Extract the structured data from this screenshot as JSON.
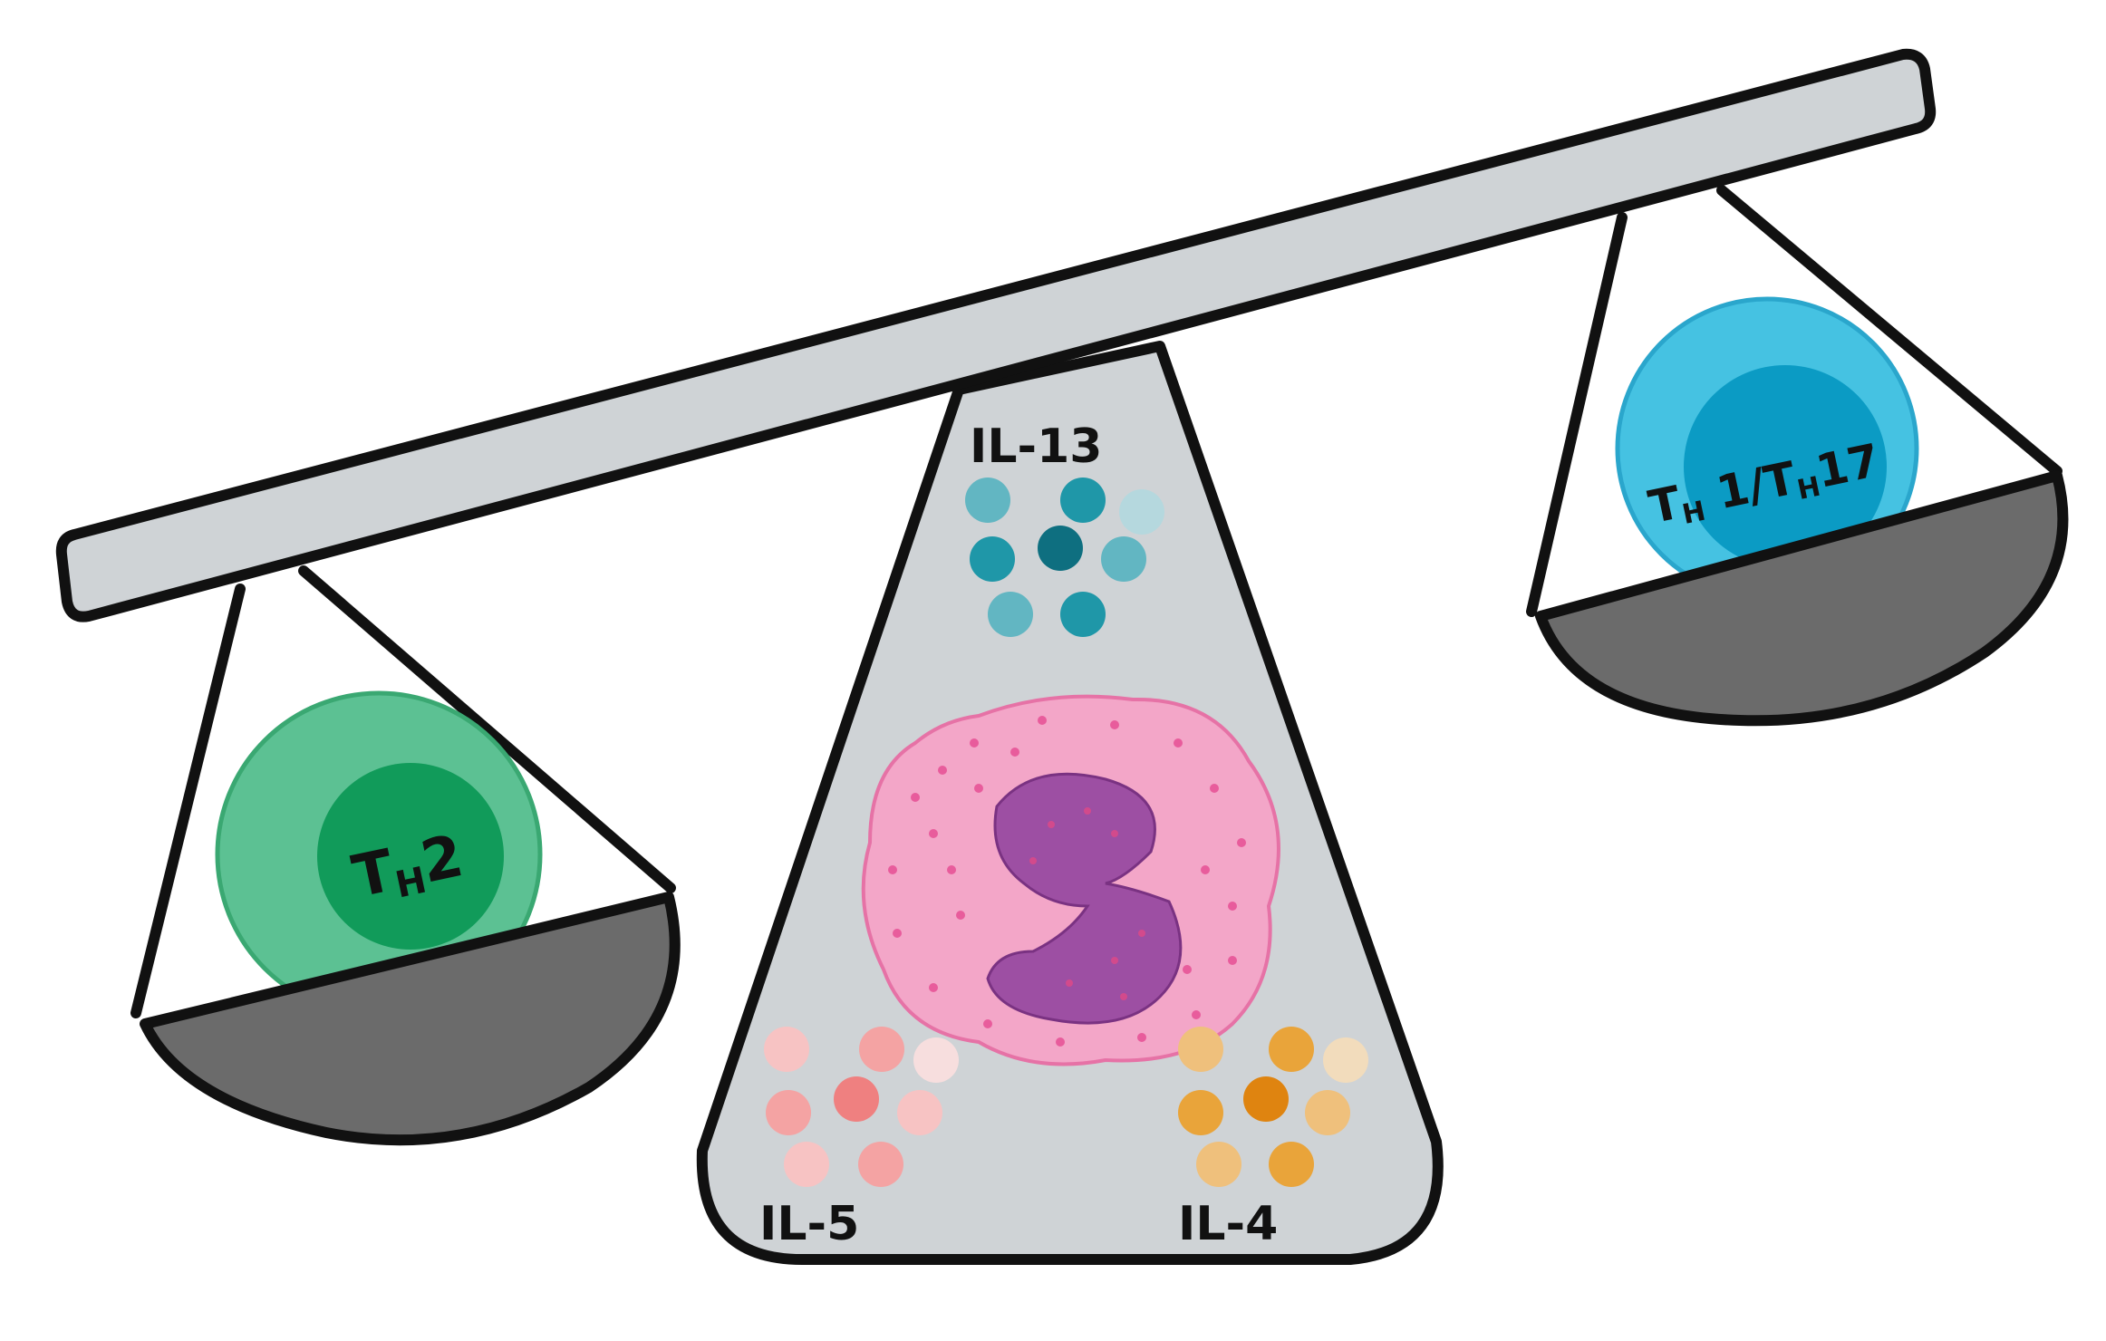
{
  "cells": {
    "th2": {
      "main": "T",
      "sub": "H",
      "tail": "2"
    },
    "th1_th17": {
      "main1": "T",
      "sub1": "H",
      "mid": " 1/T",
      "sub2": "H",
      "tail": "17"
    }
  },
  "cytokines": {
    "il13": "IL-13",
    "il5": "IL-5",
    "il4": "IL-4"
  },
  "colors": {
    "th2_outer": "#5cc193",
    "th2_inner": "#119b5a",
    "th1_outer": "#45c2e2",
    "th1_inner": "#0b9bc4",
    "il13_dots": "#1f97a8",
    "il5_dots": "#f4a3a3",
    "il4_dots": "#e9a43a",
    "eosinophil_cytoplasm": "#f3a6c8",
    "eosinophil_nucleus": "#9d4fa3",
    "pan": "#6b6b6b",
    "beam": "#cfd3d6"
  },
  "icons": [
    "balance-scale-icon",
    "eosinophil-cell-icon"
  ]
}
